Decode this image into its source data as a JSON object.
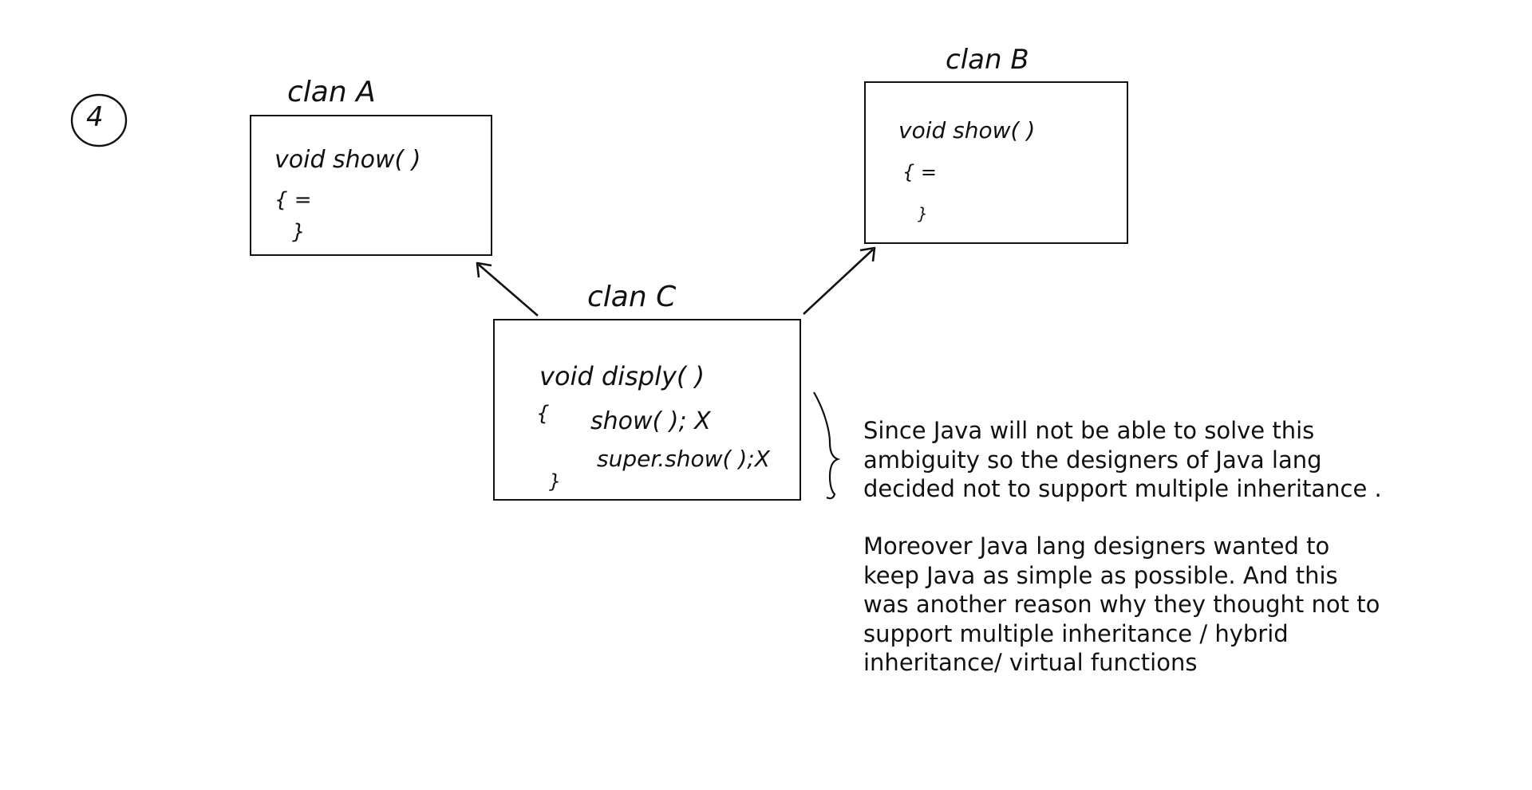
{
  "page_number": "4",
  "classes": {
    "a": {
      "title": "clan A",
      "method": "void show( )",
      "open_brace": "{ =",
      "close_brace": "}"
    },
    "b": {
      "title": "clan B",
      "method": "void  show( )",
      "open_brace": "{ =",
      "close_brace": "}"
    },
    "c": {
      "title": "clan C",
      "method": "void  disply( )",
      "open_brace": "{",
      "call_1": "show( ); X",
      "call_2": "super.show( );X",
      "close_brace": "}"
    }
  },
  "notes": {
    "paragraph_1": [
      "Since Java will not be able to solve this",
      "ambiguity so the designers of Java lang",
      "decided not to support multiple inheritance ."
    ],
    "paragraph_2": [
      "Moreover Java lang designers wanted to",
      "keep Java as simple as possible. And this",
      "was another reason why they thought not to",
      "support multiple inheritance / hybrid",
      "inheritance/ virtual functions"
    ]
  }
}
